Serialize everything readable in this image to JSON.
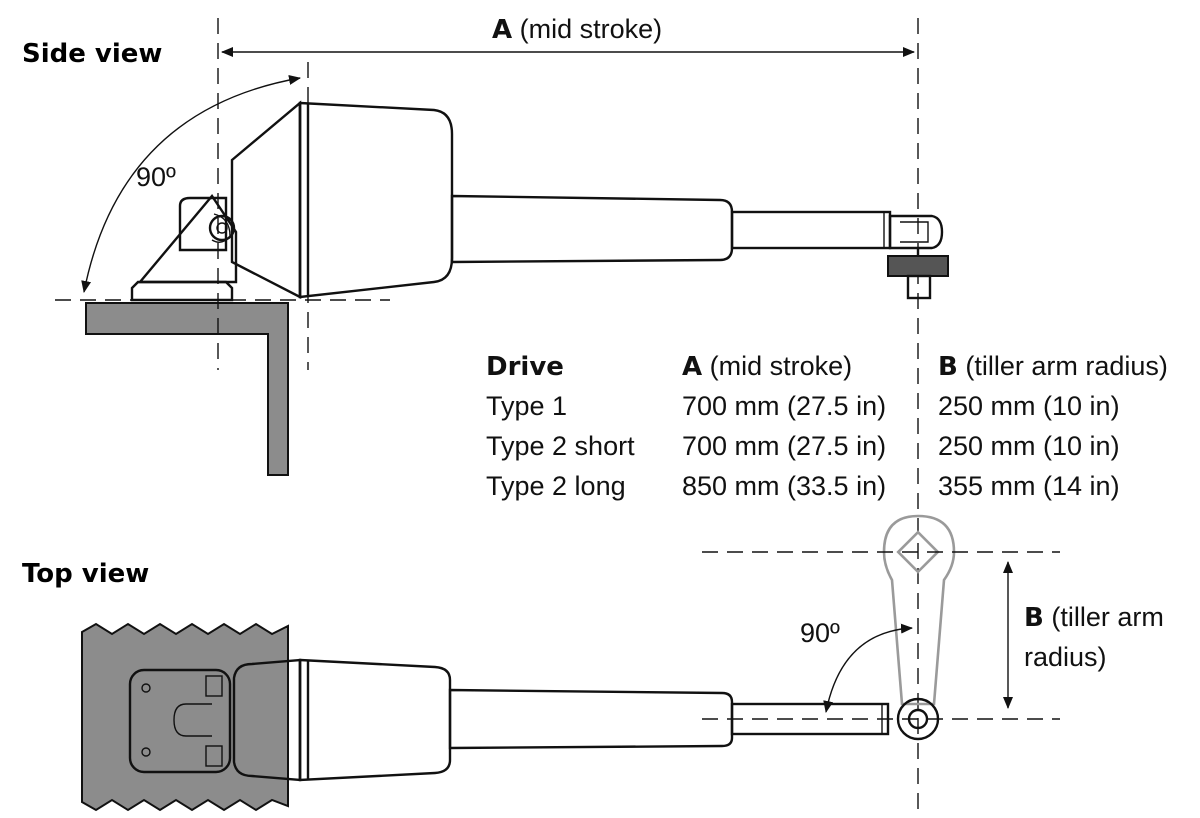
{
  "side_view": {
    "title": "Side view",
    "dim_a_bold": "A",
    "dim_a_text": " (mid stroke)",
    "angle_label": "90º"
  },
  "top_view": {
    "title": "Top view",
    "angle_label": "90º",
    "dim_b_bold": "B",
    "dim_b_line1": " (tiller arm",
    "dim_b_line2": "radius)"
  },
  "spec_table": {
    "headers": {
      "drive": "Drive",
      "a_bold": "A",
      "a_text": " (mid stroke)",
      "b_bold": "B",
      "b_text": " (tiller arm radius)"
    },
    "rows": [
      {
        "drive": "Type 1",
        "a": "700 mm (27.5 in)",
        "b": "250 mm (10 in)"
      },
      {
        "drive": "Type 2 short",
        "a": "700 mm (27.5 in)",
        "b": "250 mm (10 in)"
      },
      {
        "drive": "Type 2 long",
        "a": "850 mm (33.5 in)",
        "b": "355 mm (14 in)"
      }
    ]
  }
}
